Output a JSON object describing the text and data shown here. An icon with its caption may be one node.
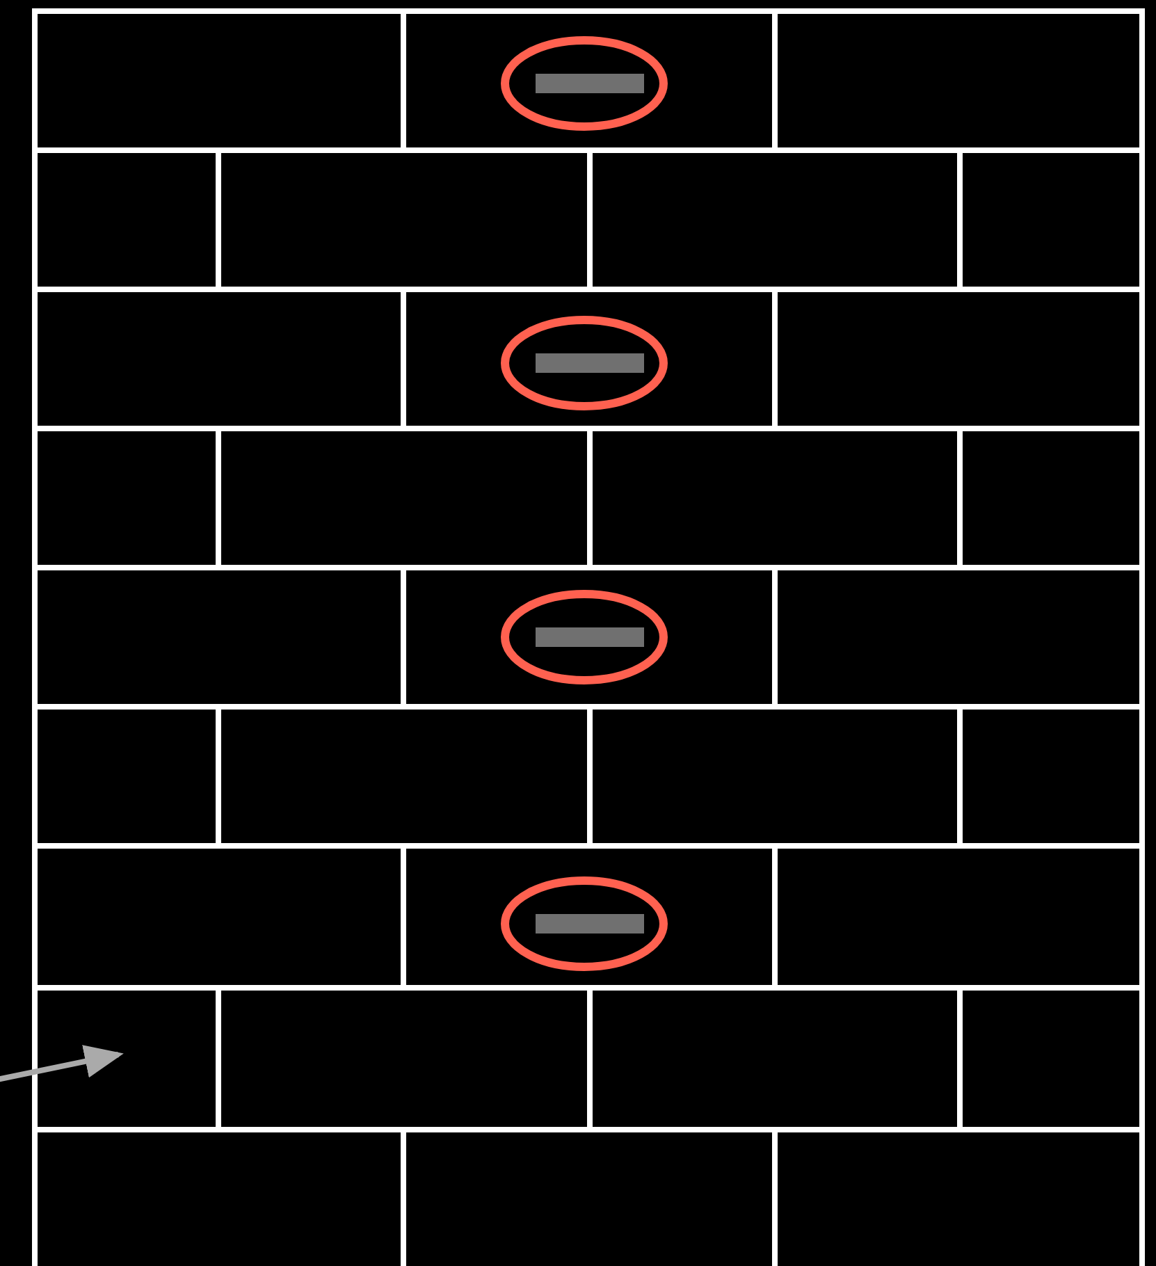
{
  "diagram": {
    "nodes": [
      {
        "text": [],
        "shape": "box"
      },
      {
        "text": [],
        "shape": "box"
      },
      {
        "text": [],
        "shape": "box"
      },
      {
        "text": [],
        "shape": "box"
      },
      {
        "text": [],
        "shape": "box"
      },
      {
        "text": [],
        "shape": "box"
      },
      {
        "text": [],
        "shape": "box"
      },
      {
        "text": [],
        "shape": "box"
      },
      {
        "text": [],
        "shape": "box"
      },
      {
        "text": [],
        "shape": "box"
      },
      {
        "text": [],
        "shape": "box"
      },
      {
        "text": [],
        "shape": "box"
      },
      {
        "text": [],
        "shape": "box"
      },
      {
        "text": [],
        "shape": "box"
      },
      {
        "text": [],
        "shape": "box"
      },
      {
        "text": [],
        "shape": "box"
      },
      {
        "text": [],
        "shape": "box"
      },
      {
        "text": [],
        "shape": "box"
      },
      {
        "text": [],
        "shape": "box"
      },
      {
        "text": [],
        "shape": "box"
      },
      {
        "text": [],
        "shape": "box"
      },
      {
        "text": [],
        "shape": "box"
      },
      {
        "text": [],
        "shape": "box"
      },
      {
        "text": [],
        "shape": "box"
      },
      {
        "text": [],
        "shape": "box"
      },
      {
        "text": [],
        "shape": "box"
      },
      {
        "text": [],
        "shape": "box"
      },
      {
        "text": [],
        "shape": "box"
      },
      {
        "text": [],
        "shape": "box"
      },
      {
        "text": [],
        "shape": "box"
      },
      {
        "text": [],
        "shape": "box"
      }
    ],
    "edges": [
      {
        "from": null,
        "to": 24,
        "arrow": "to"
      }
    ]
  }
}
